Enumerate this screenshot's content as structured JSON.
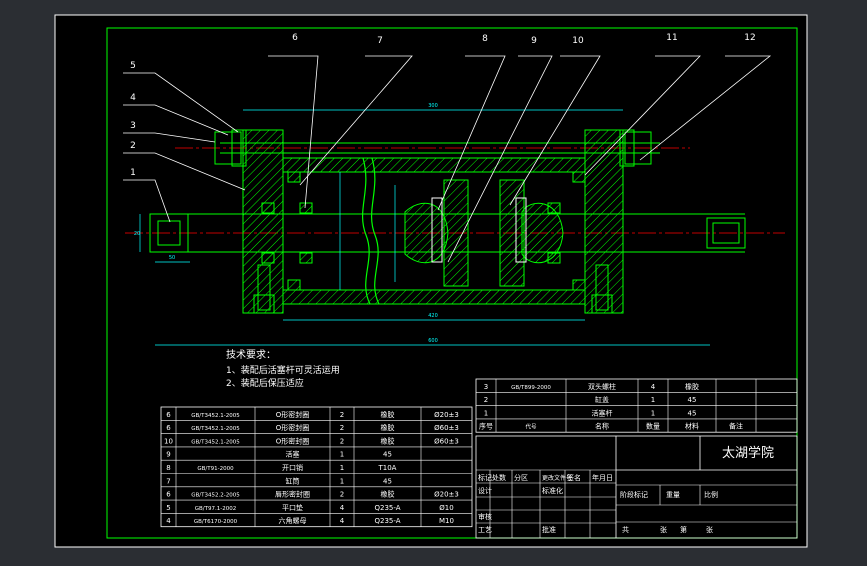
{
  "colors": {
    "background": "#2b2e33",
    "sheet": "#000000",
    "frame": "#ffffff",
    "outline": "#00ff00",
    "hatch": "#00ff00",
    "centerline": "#ff0000",
    "dimension": "#00ffff",
    "text": "#ffffff",
    "leader": "#ffffff"
  },
  "balloons": [
    "1",
    "2",
    "3",
    "4",
    "5",
    "6",
    "7",
    "8",
    "9",
    "10",
    "11",
    "12"
  ],
  "dimensions": {
    "top_length": "300",
    "bottom_length": "420",
    "overall_length": "600",
    "left_width": "50",
    "left_height": "20"
  },
  "notes": {
    "heading": "技术要求：",
    "line1": "1、装配后活塞杆可灵活运用",
    "line2": "2、装配后保压适应"
  },
  "bom_left": [
    [
      "6",
      "GB/T3452.1-2005",
      "O形密封圈",
      "2",
      "橡胶",
      "Ø20±3"
    ],
    [
      "6",
      "GB/T3452.1-2005",
      "O形密封圈",
      "2",
      "橡胶",
      "Ø60±3"
    ],
    [
      "10",
      "GB/T3452.1-2005",
      "O形密封圈",
      "2",
      "橡胶",
      "Ø60±3"
    ],
    [
      "9",
      "",
      "活塞",
      "1",
      "45",
      ""
    ],
    [
      "8",
      "GB/T91-2000",
      "开口销",
      "1",
      "T10A",
      ""
    ],
    [
      "7",
      "",
      "缸筒",
      "1",
      "45",
      ""
    ],
    [
      "6",
      "GB/T3452.2-2005",
      "唇形密封圈",
      "2",
      "橡胶",
      "Ø20±3"
    ],
    [
      "5",
      "GB/T97.1-2002",
      "平口垫",
      "4",
      "Q235-A",
      "Ø10"
    ],
    [
      "4",
      "GB/T6170-2000",
      "六角螺母",
      "4",
      "Q235-A",
      "M10"
    ]
  ],
  "bom_right": [
    [
      "3",
      "GB/T899-2000",
      "双头螺柱",
      "4",
      "橡胶",
      ""
    ],
    [
      "2",
      "",
      "缸盖",
      "1",
      "45",
      ""
    ],
    [
      "1",
      "",
      "活塞杆",
      "1",
      "45",
      ""
    ]
  ],
  "bom_header": [
    "序号",
    "代号",
    "名称",
    "数量",
    "材料",
    "备注"
  ],
  "title_block": {
    "school": "太湖学院",
    "row_labels": [
      "标记",
      "处数",
      "分区",
      "更改文件号",
      "签名",
      "年月日"
    ],
    "design": "设计",
    "standard": "标准化",
    "review": "审核",
    "process": "工艺",
    "approve": "批准",
    "stage_mark": "阶段标记",
    "weight": "重量",
    "scale": "比例",
    "total": "共",
    "sheet": "张",
    "page": "第",
    "page_sheet": "张"
  }
}
